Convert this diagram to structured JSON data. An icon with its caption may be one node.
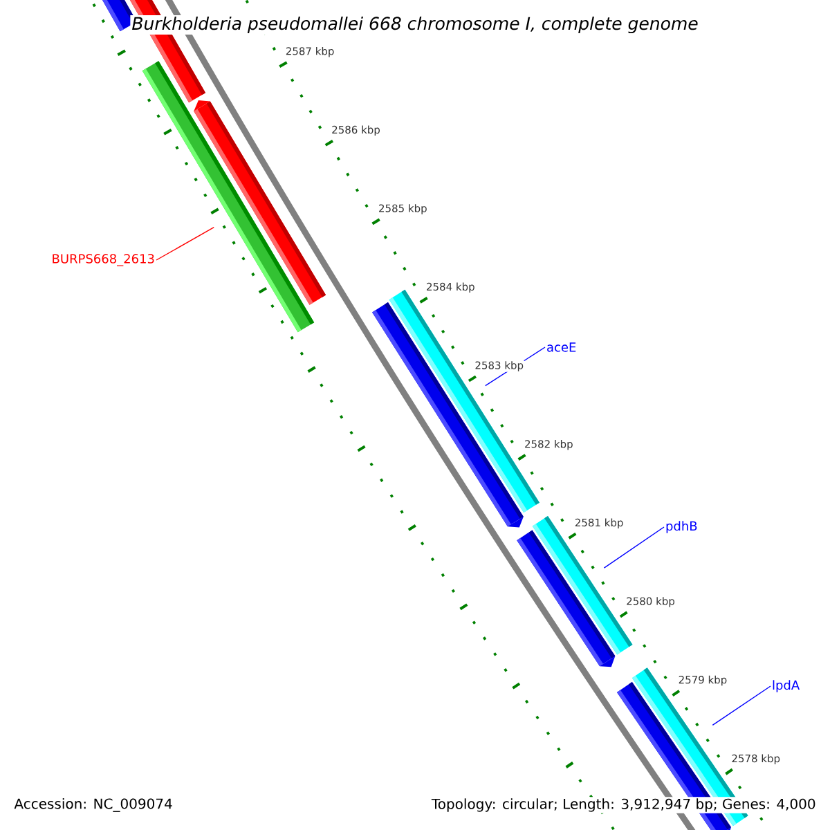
{
  "diagram": {
    "title": "Burkholderia pseudomallei 668 chromosome I, complete genome",
    "nodes": [
      {
        "text": [],
        "shape": "bar"
      },
      {
        "text": [],
        "shape": "bar"
      },
      {
        "text": [],
        "shape": "bar"
      },
      {
        "text": [
          "BURPS668_2613"
        ]
      },
      {
        "text": [],
        "shape": "bar"
      },
      {
        "text": [],
        "shape": "bar"
      },
      {
        "text": [],
        "shape": "bar"
      },
      {
        "text": [
          "aceE"
        ]
      },
      {
        "text": [
          "pdhB"
        ]
      },
      {
        "text": [],
        "shape": "bar"
      },
      {
        "text": [],
        "shape": "bar"
      },
      {
        "text": [
          "lpdA"
        ]
      },
      {
        "text": [],
        "shape": "bar"
      },
      {
        "text": [],
        "shape": "bar"
      }
    ],
    "edges": [
      {
        "from": 3,
        "to": 4,
        "arrow": "none",
        "color": "#ff0000"
      },
      {
        "from": 7,
        "to": 5,
        "arrow": "none"
      },
      {
        "from": 8,
        "to": 9,
        "arrow": "none"
      },
      {
        "from": 11,
        "to": 12,
        "arrow": "none"
      }
    ],
    "labels": [
      "2587 kbp",
      "2586 kbp",
      "2585 kbp",
      "2584 kbp",
      "2583 kbp",
      "2582 kbp",
      "2581 kbp",
      "2580 kbp",
      "2579 kbp",
      "2578 kbp",
      "Accession: NC_009074",
      "Topology: circular; Length: 3,912,947 bp; Genes: 4,000"
    ]
  }
}
